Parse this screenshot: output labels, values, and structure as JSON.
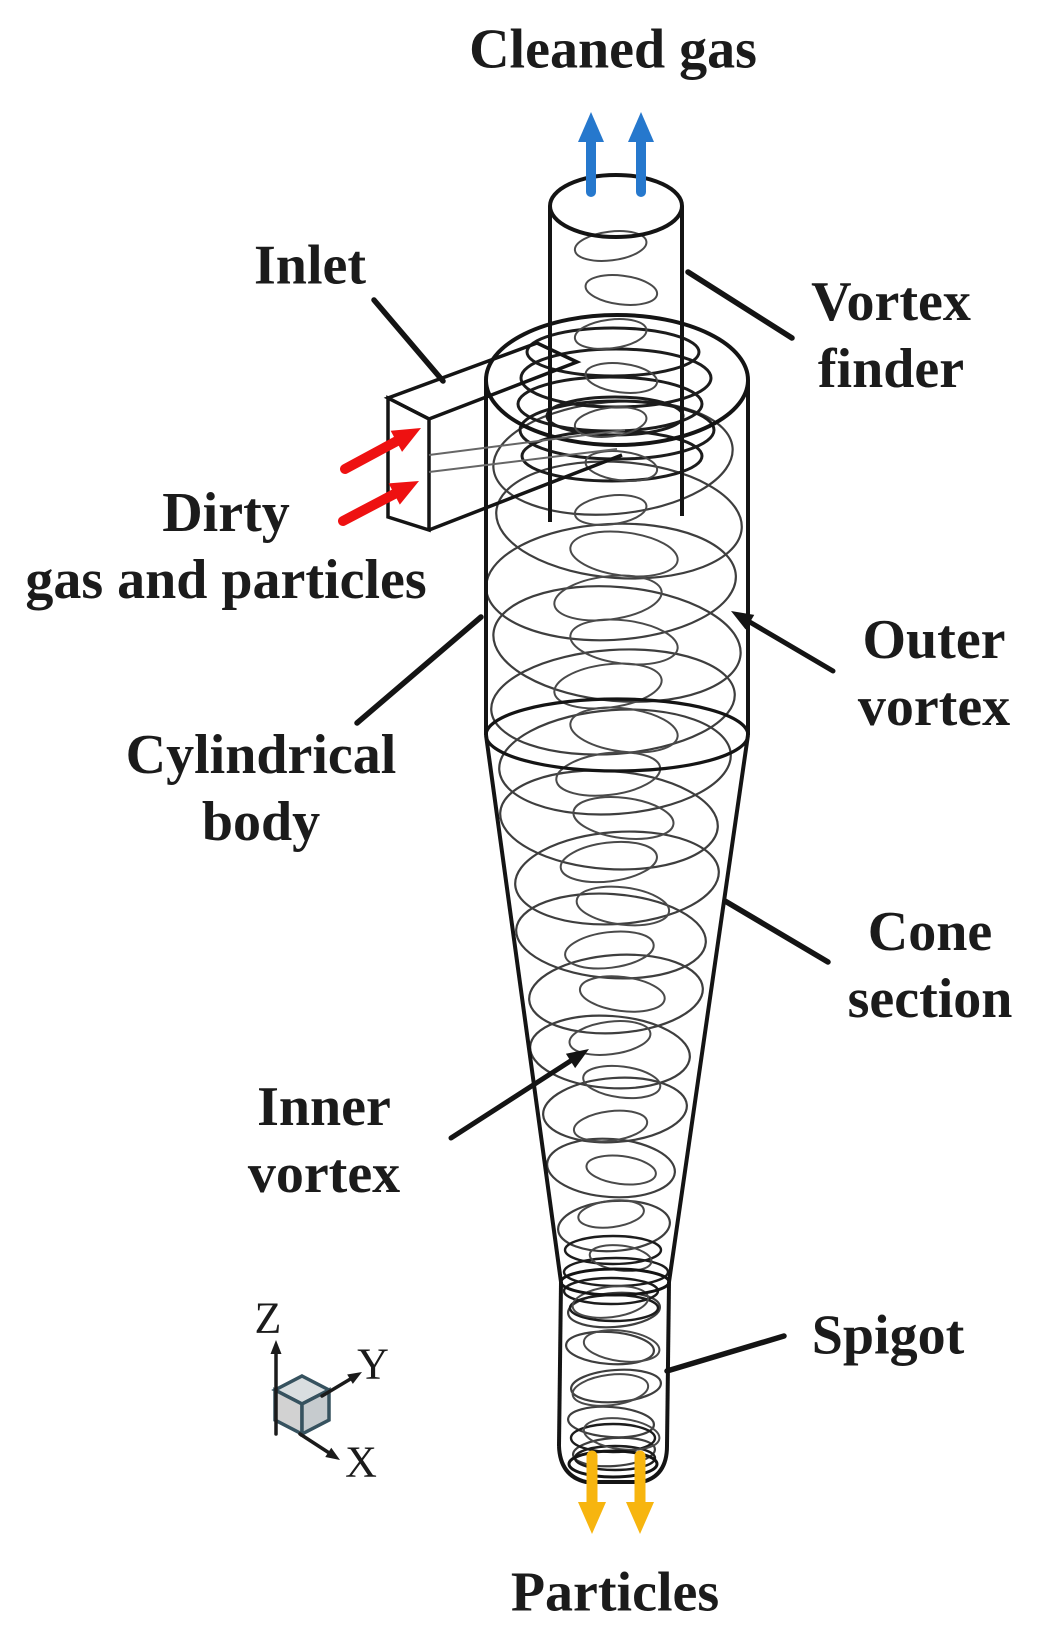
{
  "figure": {
    "title_top": "Cleaned gas",
    "labels": {
      "inlet": "Inlet",
      "vortex_finder": [
        "Vortex",
        "finder"
      ],
      "dirty_gas": [
        "Dirty",
        "gas and particles"
      ],
      "cylindrical_body": [
        "Cylindrical",
        "body"
      ],
      "outer_vortex": [
        "Outer",
        "vortex"
      ],
      "cone_section": [
        "Cone",
        "section"
      ],
      "inner_vortex": [
        "Inner",
        "vortex"
      ],
      "spigot": "Spigot",
      "particles": "Particles"
    },
    "axis": {
      "z": "Z",
      "y": "Y",
      "x": "X"
    },
    "colors": {
      "cleaned_gas_arrows": "#2678cd",
      "dirty_gas_arrows": "#ee1111",
      "particle_arrows": "#f7b50f",
      "leader_lines": "#141414",
      "vessel_outline": "#141414",
      "spiral_lines": "#3e3e3e",
      "axis_cube_stroke": "#36525f"
    }
  }
}
